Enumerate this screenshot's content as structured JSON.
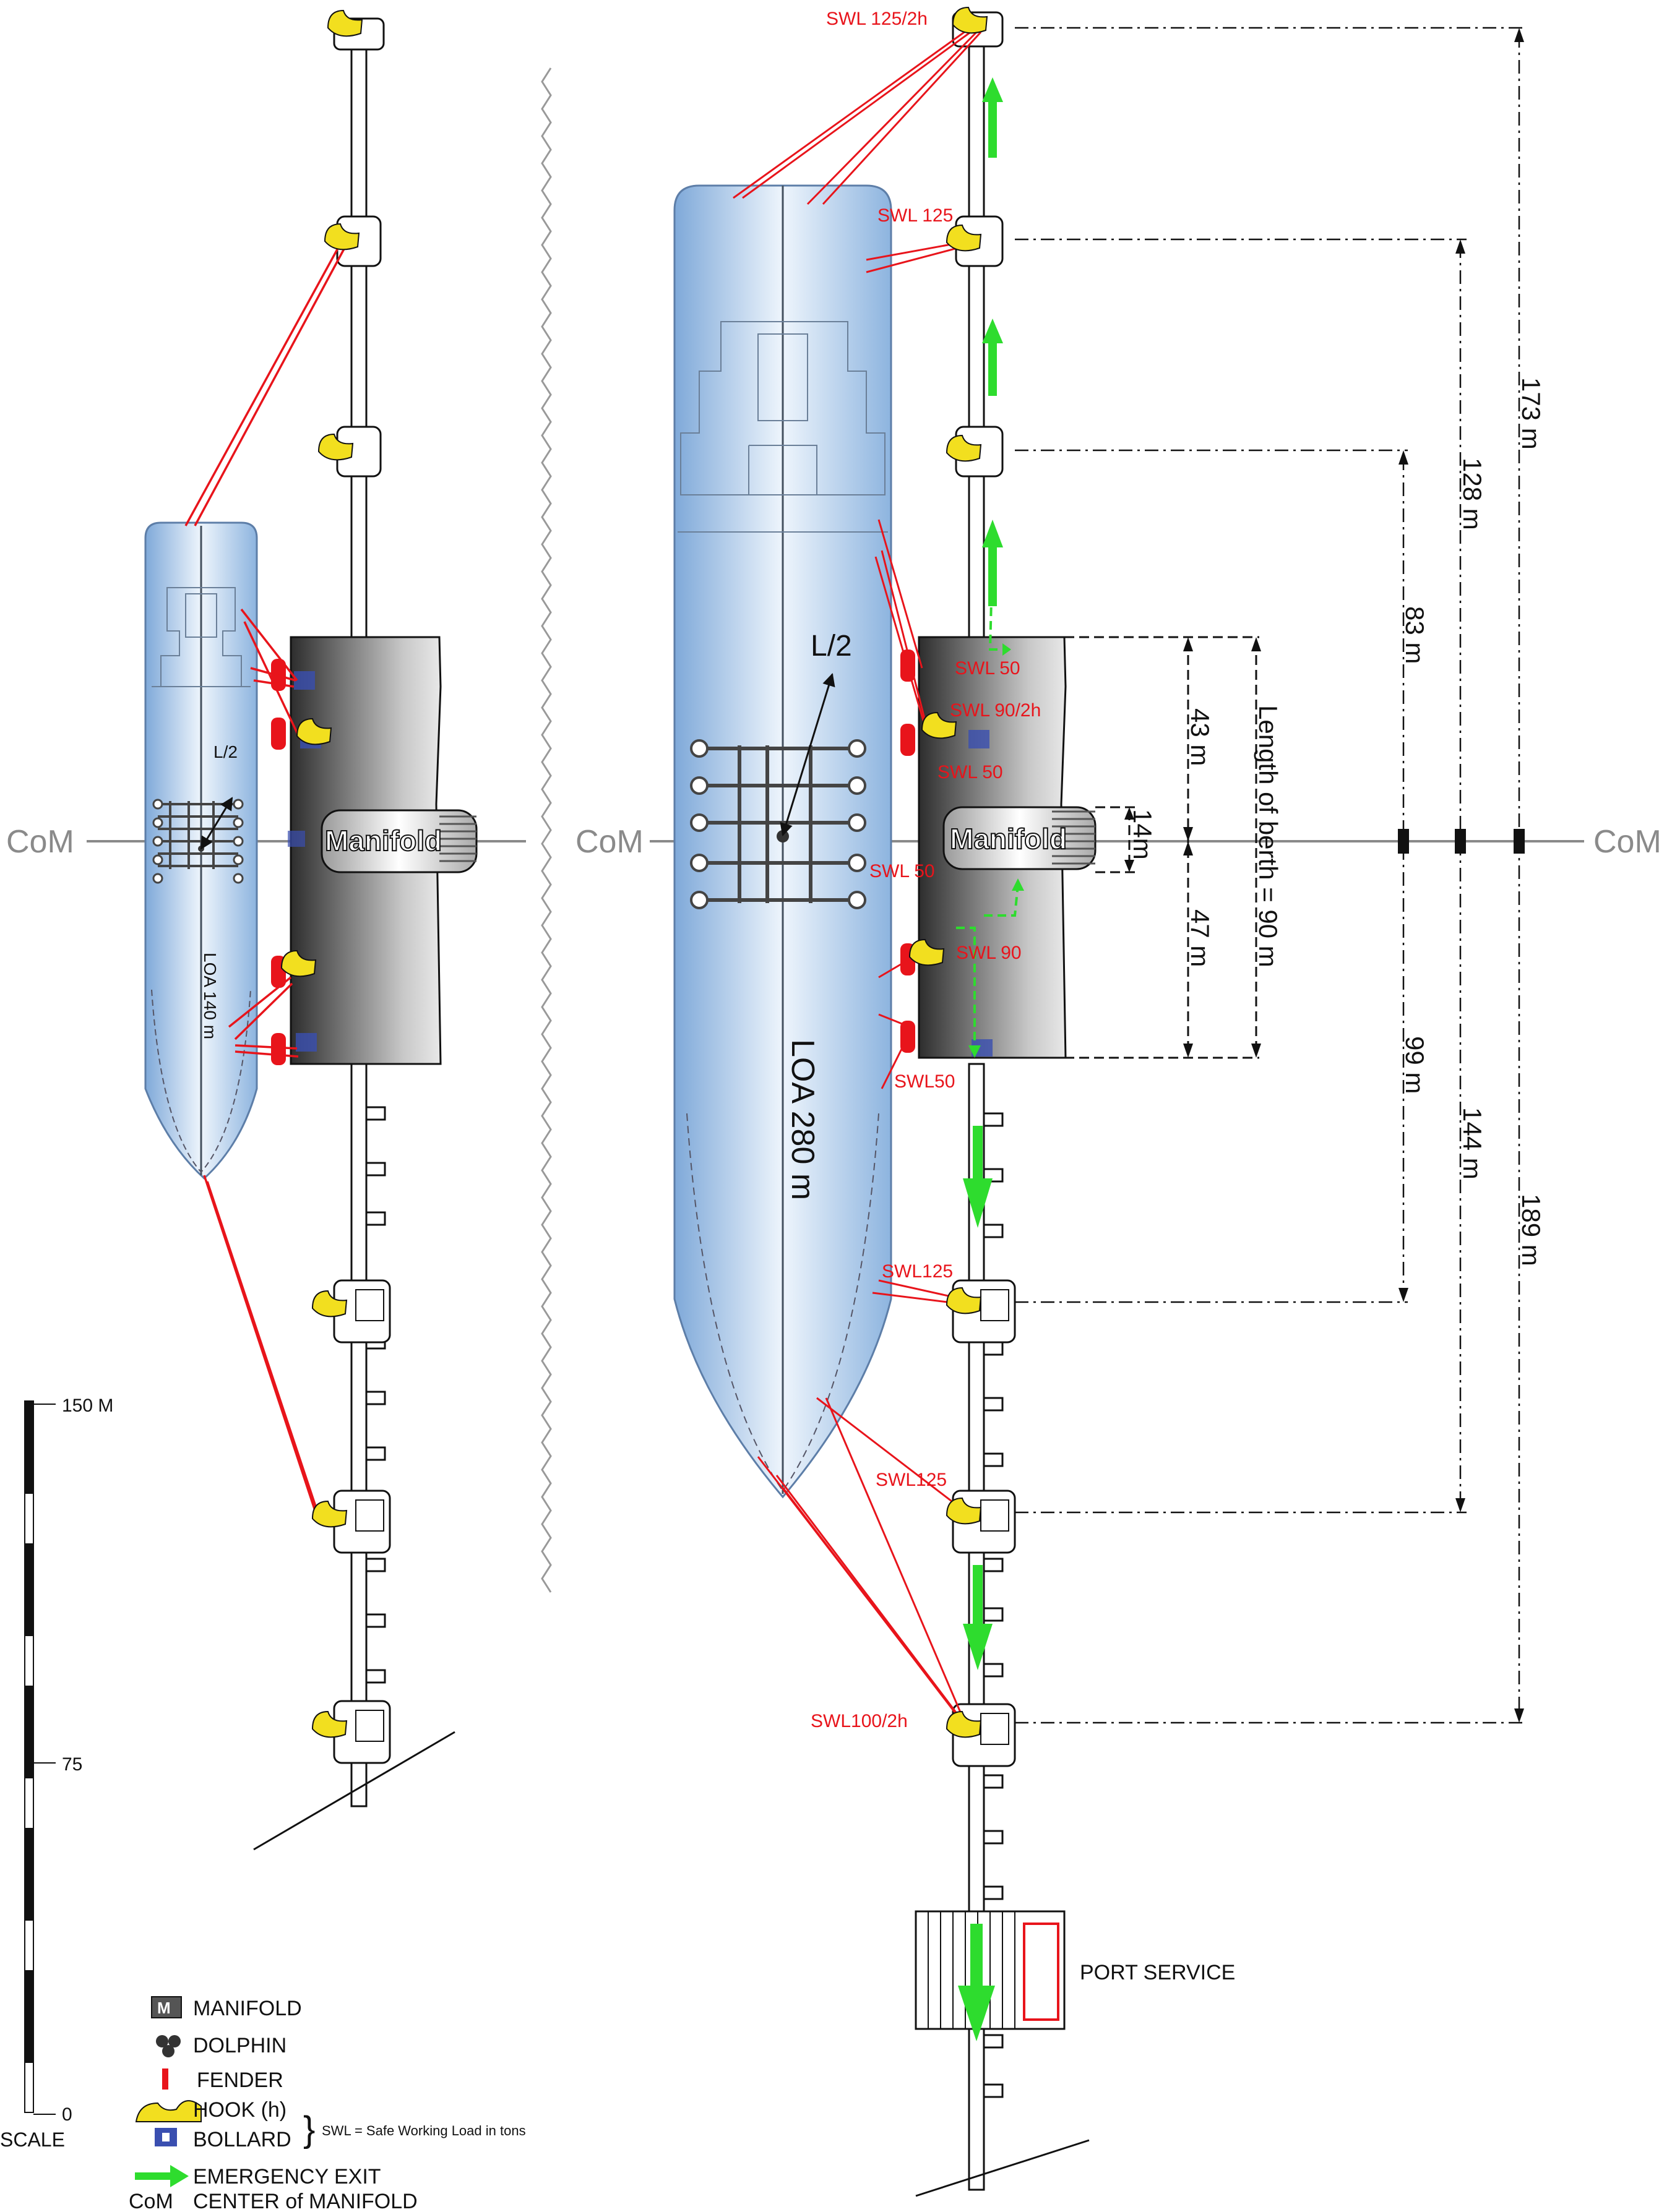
{
  "colors": {
    "mooring_line": "#e8141b",
    "emergency_exit": "#2edc2e",
    "hook": "#f2df1f",
    "bollard": "#3a4fb0",
    "fender": "#e8141b",
    "ship_fill": "#bcd6f0",
    "manifold_dark": "#3a3a3a",
    "com_line": "#8a8a8a"
  },
  "com": {
    "left": "CoM",
    "middle": "CoM",
    "right": "CoM"
  },
  "small_ship": {
    "manifold": "Manifold",
    "half_length": "L/2",
    "loa": "LOA  140 m"
  },
  "large_ship": {
    "manifold": "Manifold",
    "half_length": "L/2",
    "loa": "LOA  280 m"
  },
  "swl_labels": {
    "top": "SWL 125/2h",
    "second": "SWL 125",
    "platform_top": "SWL 50",
    "platform_hook": "SWL 90/2h",
    "platform_mid": "SWL 50",
    "manifold": "SWL 50",
    "platform_lower_hook": "SWL 90",
    "platform_bottom": "SWL50",
    "lower_1": "SWL125",
    "lower_2": "SWL125",
    "lower_3": "SWL100/2h"
  },
  "dimensions": {
    "d173": "173 m",
    "d128": "128 m",
    "d83": "83 m",
    "d43": "43 m",
    "d14": "14m",
    "d47": "47 m",
    "berth": "Length of berth = 90 m",
    "d99": "99 m",
    "d144": "144 m",
    "d189": "189 m"
  },
  "port_service": "PORT SERVICE",
  "scale": {
    "top": "150 M",
    "middle": "75",
    "bottom": "0",
    "label": "SCALE"
  },
  "legend": {
    "manifold": "MANIFOLD",
    "dolphin": "DOLPHIN",
    "fender": "FENDER",
    "hook": "HOOK (h)",
    "bollard": "BOLLARD",
    "swl_note": "SWL = Safe Working Load in tons",
    "exit": "EMERGENCY EXIT",
    "com_abbr": "CoM",
    "com": "CENTER of MANIFOLD"
  }
}
